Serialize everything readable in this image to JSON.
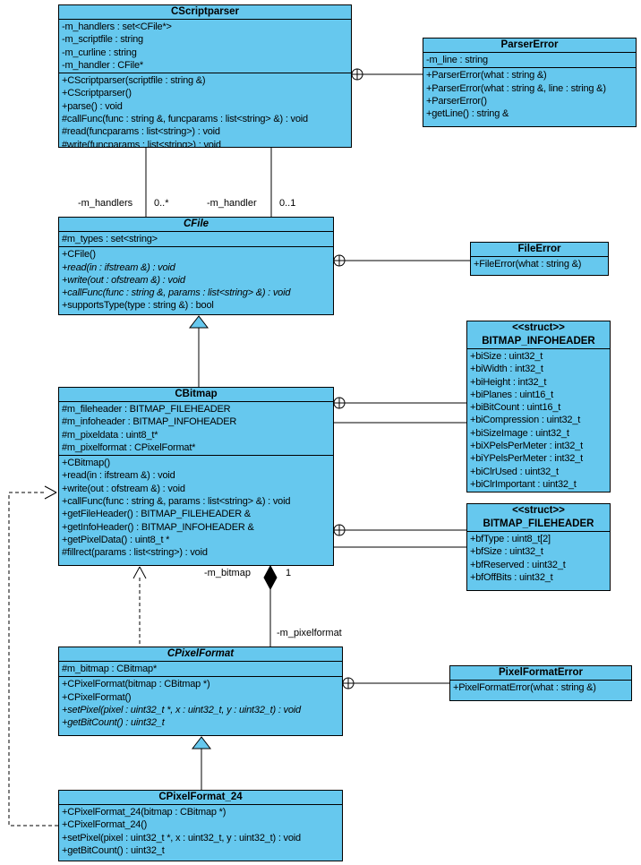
{
  "diagram": {
    "background": "#ffffff",
    "class_fill": "#66c8ee",
    "border_color": "#000000",
    "classes": {
      "cscriptparser": {
        "title": "CScriptparser",
        "attributes": [
          {
            "text": "-m_handlers : set<CFile*>"
          },
          {
            "text": "-m_scriptfile : string"
          },
          {
            "text": "-m_curline : string"
          },
          {
            "text": "-m_handler : CFile*"
          }
        ],
        "methods": [
          {
            "text": "+CScriptparser(scriptfile : string &)"
          },
          {
            "text": "+CScriptparser()"
          },
          {
            "text": "+parse() : void"
          },
          {
            "text": "#callFunc(func : string &, funcparams : list<string> &) : void"
          },
          {
            "text": "#read(funcparams : list<string>) : void"
          },
          {
            "text": "#write(funcparams : list<string>) : void"
          }
        ]
      },
      "parsererror": {
        "title": "ParserError",
        "attributes": [
          {
            "text": "-m_line : string"
          }
        ],
        "methods": [
          {
            "text": "+ParserError(what : string &)"
          },
          {
            "text": "+ParserError(what : string &, line : string &)"
          },
          {
            "text": "+ParserError()"
          },
          {
            "text": "+getLine() : string &"
          }
        ]
      },
      "cfile": {
        "title": "CFile",
        "attributes": [
          {
            "text": "#m_types : set<string>"
          }
        ],
        "methods": [
          {
            "text": "+CFile()"
          },
          {
            "text": "+read(in : ifstream &) : void",
            "italic": true
          },
          {
            "text": "+write(out : ofstream &) : void",
            "italic": true
          },
          {
            "text": "+callFunc(func : string &, params : list<string> &) : void",
            "italic": true
          },
          {
            "text": "+supportsType(type : string &) : bool"
          }
        ]
      },
      "fileerror": {
        "title": "FileError",
        "methods": [
          {
            "text": "+FileError(what : string &)"
          }
        ]
      },
      "cbitmap": {
        "title": "CBitmap",
        "attributes": [
          {
            "text": "#m_fileheader : BITMAP_FILEHEADER"
          },
          {
            "text": "#m_infoheader : BITMAP_INFOHEADER"
          },
          {
            "text": "#m_pixeldata : uint8_t*"
          },
          {
            "text": "#m_pixelformat : CPixelFormat*"
          }
        ],
        "methods": [
          {
            "text": "+CBitmap()"
          },
          {
            "text": "+read(in : ifstream &) : void"
          },
          {
            "text": "+write(out : ofstream &) : void"
          },
          {
            "text": "+callFunc(func : string &, params : list<string> &) : void"
          },
          {
            "text": "+getFileHeader() : BITMAP_FILEHEADER &"
          },
          {
            "text": "+getInfoHeader() : BITMAP_INFOHEADER &"
          },
          {
            "text": "+getPixelData() : uint8_t *"
          },
          {
            "text": "#fillrect(params : list<string>) : void"
          }
        ]
      },
      "infoheader": {
        "stereotype": "<<struct>>",
        "title": "BITMAP_INFOHEADER",
        "attributes": [
          {
            "text": "+biSize : uint32_t"
          },
          {
            "text": "+biWidth : int32_t"
          },
          {
            "text": "+biHeight : int32_t"
          },
          {
            "text": "+biPlanes : uint16_t"
          },
          {
            "text": "+biBitCount : uint16_t"
          },
          {
            "text": "+biCompression : uint32_t"
          },
          {
            "text": "+biSizeImage : uint32_t"
          },
          {
            "text": "+biXPelsPerMeter : int32_t"
          },
          {
            "text": "+biYPelsPerMeter : int32_t"
          },
          {
            "text": "+biClrUsed : uint32_t"
          },
          {
            "text": "+biClrImportant : uint32_t"
          }
        ]
      },
      "fileheader": {
        "stereotype": "<<struct>>",
        "title": "BITMAP_FILEHEADER",
        "attributes": [
          {
            "text": "+bfType : uint8_t[2]"
          },
          {
            "text": "+bfSize : uint32_t"
          },
          {
            "text": "+bfReserved : uint32_t"
          },
          {
            "text": "+bfOffBits : uint32_t"
          }
        ]
      },
      "cpixelformat": {
        "title": "CPixelFormat",
        "attributes": [
          {
            "text": "#m_bitmap : CBitmap*"
          }
        ],
        "methods": [
          {
            "text": "+CPixelFormat(bitmap : CBitmap *)"
          },
          {
            "text": "+CPixelFormat()"
          },
          {
            "text": "+setPixel(pixel : uint32_t *, x : uint32_t, y : uint32_t) : void",
            "italic": true
          },
          {
            "text": "+getBitCount() : uint32_t",
            "italic": true
          }
        ]
      },
      "pixelformaterror": {
        "title": "PixelFormatError",
        "methods": [
          {
            "text": "+PixelFormatError(what : string &)"
          }
        ]
      },
      "cpixelformat24": {
        "title": "CPixelFormat_24",
        "methods": [
          {
            "text": "+CPixelFormat_24(bitmap : CBitmap *)"
          },
          {
            "text": "+CPixelFormat_24()"
          },
          {
            "text": "+setPixel(pixel : uint32_t *, x : uint32_t, y : uint32_t) : void"
          },
          {
            "text": "+getBitCount() : uint32_t"
          }
        ]
      }
    },
    "labels": {
      "m_handlers_role": "-m_handlers",
      "m_handlers_mult": "0..*",
      "m_handler_role": "-m_handler",
      "m_handler_mult": "0..1",
      "m_bitmap_role": "-m_bitmap",
      "m_bitmap_mult": "1",
      "m_pixelformat_role": "-m_pixelformat"
    }
  }
}
